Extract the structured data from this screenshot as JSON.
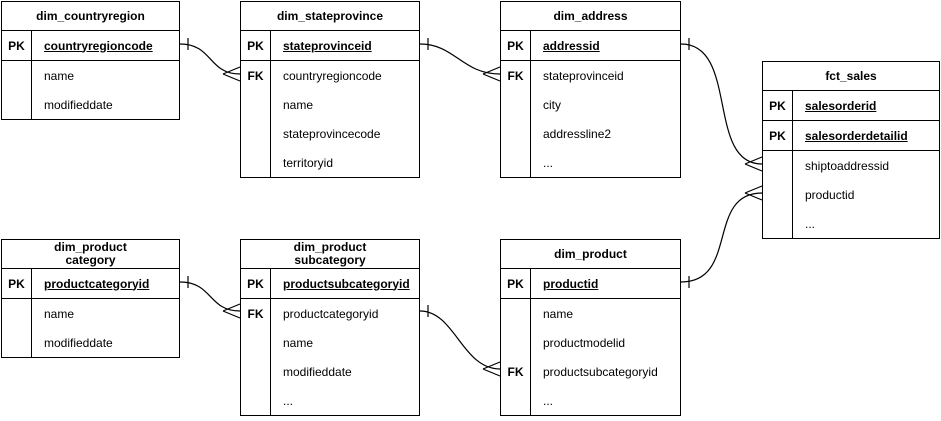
{
  "diagram": {
    "background_color": "#ffffff",
    "line_color": "#000000",
    "tables": [
      {
        "title1": "dim_countryregion",
        "title2": "",
        "pk_rows": [
          {
            "key": "PK",
            "field": "countryregioncode"
          }
        ],
        "attr_rows": [
          {
            "key": "",
            "field": "name"
          },
          {
            "key": "",
            "field": "modifieddate"
          }
        ]
      },
      {
        "title1": "dim_stateprovince",
        "title2": "",
        "pk_rows": [
          {
            "key": "PK",
            "field": "stateprovinceid"
          }
        ],
        "attr_rows": [
          {
            "key": "FK",
            "field": "countryregioncode"
          },
          {
            "key": "",
            "field": "name"
          },
          {
            "key": "",
            "field": "stateprovincecode"
          },
          {
            "key": "",
            "field": "territoryid"
          }
        ]
      },
      {
        "title1": "dim_address",
        "title2": "",
        "pk_rows": [
          {
            "key": "PK",
            "field": "addressid"
          }
        ],
        "attr_rows": [
          {
            "key": "FK",
            "field": "stateprovinceid"
          },
          {
            "key": "",
            "field": "city"
          },
          {
            "key": "",
            "field": "addressline2"
          },
          {
            "key": "",
            "field": "..."
          }
        ]
      },
      {
        "title1": "fct_sales",
        "title2": "",
        "pk_rows": [
          {
            "key": "PK",
            "field": "salesorderid"
          },
          {
            "key": "PK",
            "field": "salesorderdetailid"
          }
        ],
        "attr_rows": [
          {
            "key": "",
            "field": "shiptoaddressid"
          },
          {
            "key": "",
            "field": "productid"
          },
          {
            "key": "",
            "field": "..."
          }
        ]
      },
      {
        "title1": "dim_product",
        "title2": "category",
        "pk_rows": [
          {
            "key": "PK",
            "field": "productcategoryid"
          }
        ],
        "attr_rows": [
          {
            "key": "",
            "field": "name"
          },
          {
            "key": "",
            "field": "modifieddate"
          }
        ]
      },
      {
        "title1": "dim_product",
        "title2": "subcategory",
        "pk_rows": [
          {
            "key": "PK",
            "field": "productsubcategoryid"
          }
        ],
        "attr_rows": [
          {
            "key": "FK",
            "field": "productcategoryid"
          },
          {
            "key": "",
            "field": "name"
          },
          {
            "key": "",
            "field": "modifieddate"
          },
          {
            "key": "",
            "field": "..."
          }
        ]
      },
      {
        "title1": "dim_product",
        "title2": "",
        "pk_rows": [
          {
            "key": "PK",
            "field": "productid"
          }
        ],
        "attr_rows": [
          {
            "key": "",
            "field": "name"
          },
          {
            "key": "",
            "field": "productmodelid"
          },
          {
            "key": "FK",
            "field": "productsubcategoryid"
          },
          {
            "key": "",
            "field": "..."
          }
        ]
      }
    ],
    "relationships": [
      {
        "from": "dim_countryregion",
        "to": "dim_stateprovince",
        "from_cardinality": "one",
        "to_cardinality": "many"
      },
      {
        "from": "dim_stateprovince",
        "to": "dim_address",
        "from_cardinality": "one",
        "to_cardinality": "many"
      },
      {
        "from": "dim_address",
        "to": "fct_sales",
        "from_cardinality": "one",
        "to_cardinality": "many"
      },
      {
        "from": "dim_product",
        "to": "fct_sales",
        "from_cardinality": "one",
        "to_cardinality": "many"
      },
      {
        "from": "dim_productcategory",
        "to": "dim_productsubcategory",
        "from_cardinality": "one",
        "to_cardinality": "many"
      },
      {
        "from": "dim_productsubcategory",
        "to": "dim_product",
        "from_cardinality": "one",
        "to_cardinality": "many"
      }
    ]
  }
}
